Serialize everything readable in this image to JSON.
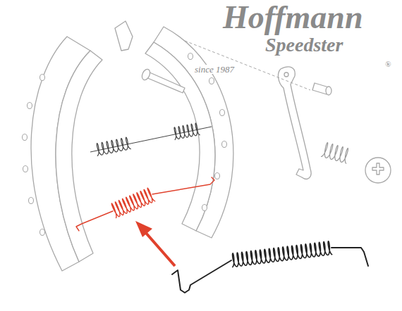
{
  "diagram": {
    "labels": [
      "Hoffmann",
      "Speedster",
      "since 1987",
      "®"
    ]
  }
}
